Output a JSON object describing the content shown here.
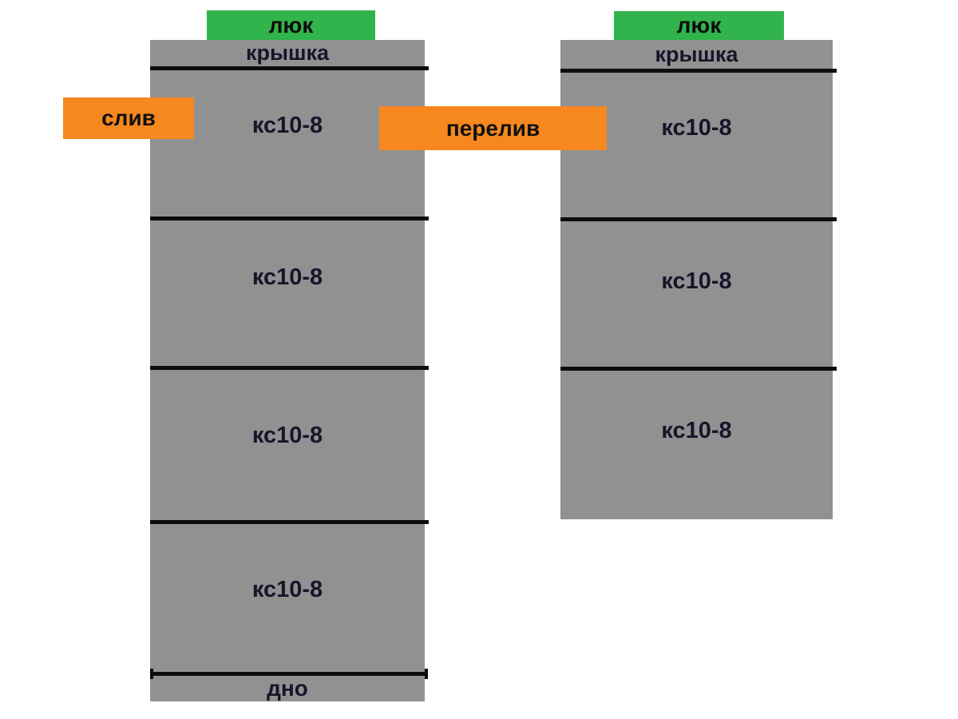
{
  "diagram": {
    "left_stack": {
      "hatch_label": "люк",
      "cover_label": "крышка",
      "sections": [
        {
          "label": "кс10-8"
        },
        {
          "label": "кс10-8"
        },
        {
          "label": "кс10-8"
        },
        {
          "label": "кс10-8"
        }
      ],
      "bottom_label": "дно"
    },
    "right_stack": {
      "hatch_label": "люк",
      "cover_label": "крышка",
      "sections": [
        {
          "label": "кс10-8"
        },
        {
          "label": "кс10-8"
        },
        {
          "label": "кс10-8"
        }
      ]
    },
    "markers": {
      "drain_label": "слив",
      "overflow_label": "перелив"
    }
  },
  "colors": {
    "ring_gray": "#919191",
    "hatch_green": "#31b44b",
    "marker_orange": "#f6881f",
    "joint_black": "#0d0d0d",
    "background": "#ffffff"
  }
}
